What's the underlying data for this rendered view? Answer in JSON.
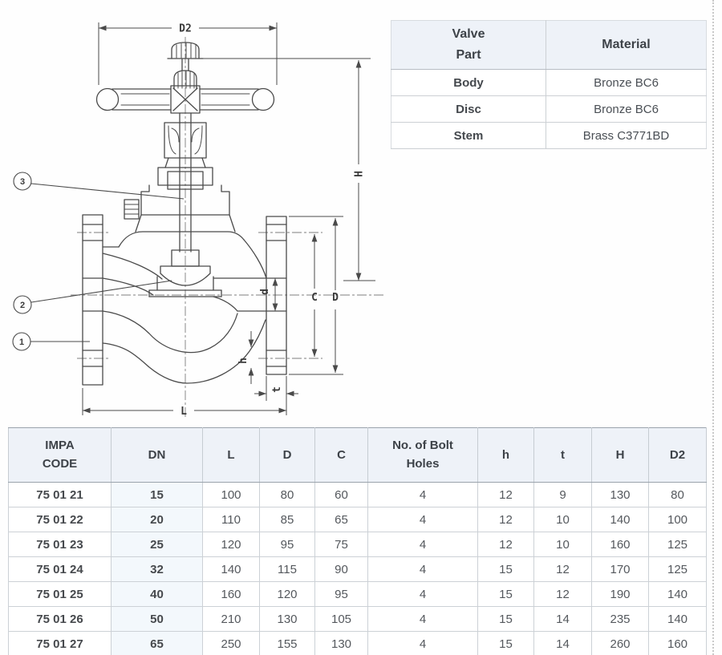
{
  "drawing": {
    "labels": {
      "d2": "D2",
      "h_total": "H",
      "flange_d": "D",
      "bolt_circle_c": "C",
      "bore_d": "d",
      "bolt_hole_h": "h",
      "thickness_t": "t",
      "length_l": "L"
    },
    "callouts": [
      "1",
      "2",
      "3"
    ]
  },
  "material_table": {
    "headers": {
      "part_line1": "Valve",
      "part_line2": "Part",
      "material": "Material"
    },
    "rows": [
      {
        "part": "Body",
        "material": "Bronze BC6"
      },
      {
        "part": "Disc",
        "material": "Bronze BC6"
      },
      {
        "part": "Stem",
        "material": "Brass C3771BD"
      }
    ]
  },
  "dimension_table": {
    "headers": {
      "impa_line1": "IMPA",
      "impa_line2": "CODE",
      "dn": "DN",
      "l": "L",
      "d": "D",
      "c": "C",
      "bolt_line1": "No. of Bolt",
      "bolt_line2": "Holes",
      "h": "h",
      "t": "t",
      "h_cap": "H",
      "d2": "D2"
    },
    "rows": [
      {
        "impa": "75 01 21",
        "dn": "15",
        "l": "100",
        "d": "80",
        "c": "60",
        "bolt_holes": "4",
        "h": "12",
        "t": "9",
        "h_total": "130",
        "d2": "80"
      },
      {
        "impa": "75 01 22",
        "dn": "20",
        "l": "110",
        "d": "85",
        "c": "65",
        "bolt_holes": "4",
        "h": "12",
        "t": "10",
        "h_total": "140",
        "d2": "100"
      },
      {
        "impa": "75 01 23",
        "dn": "25",
        "l": "120",
        "d": "95",
        "c": "75",
        "bolt_holes": "4",
        "h": "12",
        "t": "10",
        "h_total": "160",
        "d2": "125"
      },
      {
        "impa": "75 01 24",
        "dn": "32",
        "l": "140",
        "d": "115",
        "c": "90",
        "bolt_holes": "4",
        "h": "15",
        "t": "12",
        "h_total": "170",
        "d2": "125"
      },
      {
        "impa": "75 01 25",
        "dn": "40",
        "l": "160",
        "d": "120",
        "c": "95",
        "bolt_holes": "4",
        "h": "15",
        "t": "12",
        "h_total": "190",
        "d2": "140"
      },
      {
        "impa": "75 01 26",
        "dn": "50",
        "l": "210",
        "d": "130",
        "c": "105",
        "bolt_holes": "4",
        "h": "15",
        "t": "14",
        "h_total": "235",
        "d2": "140"
      },
      {
        "impa": "75 01 27",
        "dn": "65",
        "l": "250",
        "d": "155",
        "c": "130",
        "bolt_holes": "4",
        "h": "15",
        "t": "14",
        "h_total": "260",
        "d2": "160"
      }
    ]
  },
  "colors": {
    "header_bg": "#eef2f8",
    "dn_column_bg": "#f3f8fc",
    "drawing_line": "#4a4a4a",
    "table_border": "#ccd1d6"
  }
}
